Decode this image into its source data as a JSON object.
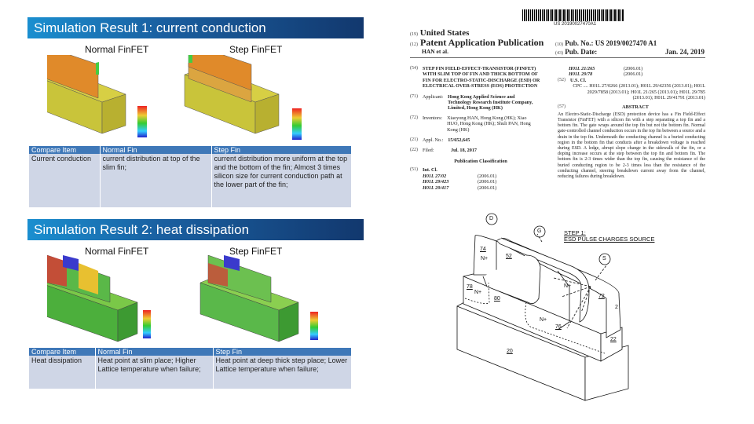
{
  "sim1": {
    "title": "Simulation Result 1: current conduction",
    "left_label": "Normal FinFET",
    "right_label": "Step FinFET",
    "table": {
      "headers": [
        "Compare Item",
        "Normal Fin",
        "Step Fin"
      ],
      "row": [
        "Current conduction",
        "current distribution at top of the slim fin;",
        "current distribution more uniform at the top and the bottom of the fin; Almost 3 times silicon size for current conduction path at the lower part of the fin;"
      ]
    }
  },
  "sim2": {
    "title": "Simulation Result 2: heat dissipation",
    "left_label": "Normal FinFET",
    "right_label": "Step FinFET",
    "table": {
      "headers": [
        "Compare Item",
        "Normal Fin",
        "Step Fin"
      ],
      "row": [
        "Heat dissipation",
        "Heat point at slim place; Higher Lattice temperature when failure;",
        "Heat point at deep thick step place; Lower Lattice temperature when failure;"
      ]
    }
  },
  "patent": {
    "barcode_number": "US 20190027470A1",
    "country_code": "(19)",
    "country": "United States",
    "type_code": "(12)",
    "type": "Patent Application Publication",
    "authors": "HAN et al.",
    "pubno_code": "(10)",
    "pubno_label": "Pub. No.:",
    "pubno": "US 2019/0027470 A1",
    "pubdate_code": "(43)",
    "pubdate_label": "Pub. Date:",
    "pubdate": "Jan. 24, 2019",
    "title_code": "(54)",
    "title": "STEP FIN FIELD-EFFECT-TRANSISTOR (FINFET) WITH SLIM TOP OF FIN AND THICK BOTTOM OF FIN FOR ELECTRO-STATIC-DISCHARGE (ESD) OR ELECTRICAL OVER-STRESS (EOS) PROTECTION",
    "applicant_code": "(71)",
    "applicant_label": "Applicant:",
    "applicant": "Hong Kong Applied Science and Technology Research Institute Company, Limited, Hong Kong (HK)",
    "inventors_code": "(72)",
    "inventors_label": "Inventors:",
    "inventors": "Xiaoyong HAN, Hong Kong (HK); Xiao HUO, Hong Kong (HK); Shuli PAN, Hong Kong (HK)",
    "appl_code": "(21)",
    "appl_label": "Appl. No.:",
    "appl": "15/652,645",
    "filed_code": "(22)",
    "filed_label": "Filed:",
    "filed": "Jul. 18, 2017",
    "pubclass": "Publication Classification",
    "intcl_code": "(51)",
    "intcl_label": "Int. Cl.",
    "intcl": [
      {
        "c": "H01L 27/02",
        "d": "(2006.01)"
      },
      {
        "c": "H01L 29/423",
        "d": "(2006.01)"
      },
      {
        "c": "H01L 29/417",
        "d": "(2006.01)"
      },
      {
        "c": "H01L 21/265",
        "d": "(2006.01)"
      },
      {
        "c": "H01L 29/78",
        "d": "(2006.01)"
      }
    ],
    "uscl_code": "(52)",
    "uscl_label": "U.S. Cl.",
    "cpc": "CPC .... H01L 27/0266 (2013.01); H01L 29/42356 (2013.01); H01L 2029/7858 (2013.01); H01L 21/265 (2013.01); H01L 29/785 (2013.01); H01L 29/41791 (2013.01)",
    "abstract_code": "(57)",
    "abstract_label": "ABSTRACT",
    "abstract": "An Electro-Static-Discharge (ESD) protection device has a Fin Field-Effect Transistor (FinFET) with a silicon fin with a step separating a top fin and a bottom fin. The gate wraps around the top fin but not the bottom fin. Normal gate-controlled channel conduction occurs in the top fin between a source and a drain in the top fin. Underneath the conducting channel is a buried conducting region in the bottom fin that conducts after a breakdown voltage is reached during ESD. A ledge, abrupt slope change in the sidewalls of the fin, or a doping increase occurs at the step between the top fin and bottom fin. The bottom fin is 2-3 times wider than the top fin, causing the resistance of the buried conducting region to be 2-3 times less than the resistance of the conducting channel, steering breakdown current away from the channel, reducing failures during breakdown."
  },
  "diagram": {
    "step": "STEP 1:",
    "step_desc": "ESD PULSE CHARGES SOURCE",
    "labels": {
      "d": "D",
      "g": "G",
      "s": "S",
      "n74": "74",
      "n52": "52",
      "n78": "78",
      "n80": "80",
      "n72": "72",
      "n2": "2",
      "n76": "76",
      "n22": "22",
      "n20": "20",
      "np": "N+"
    }
  }
}
